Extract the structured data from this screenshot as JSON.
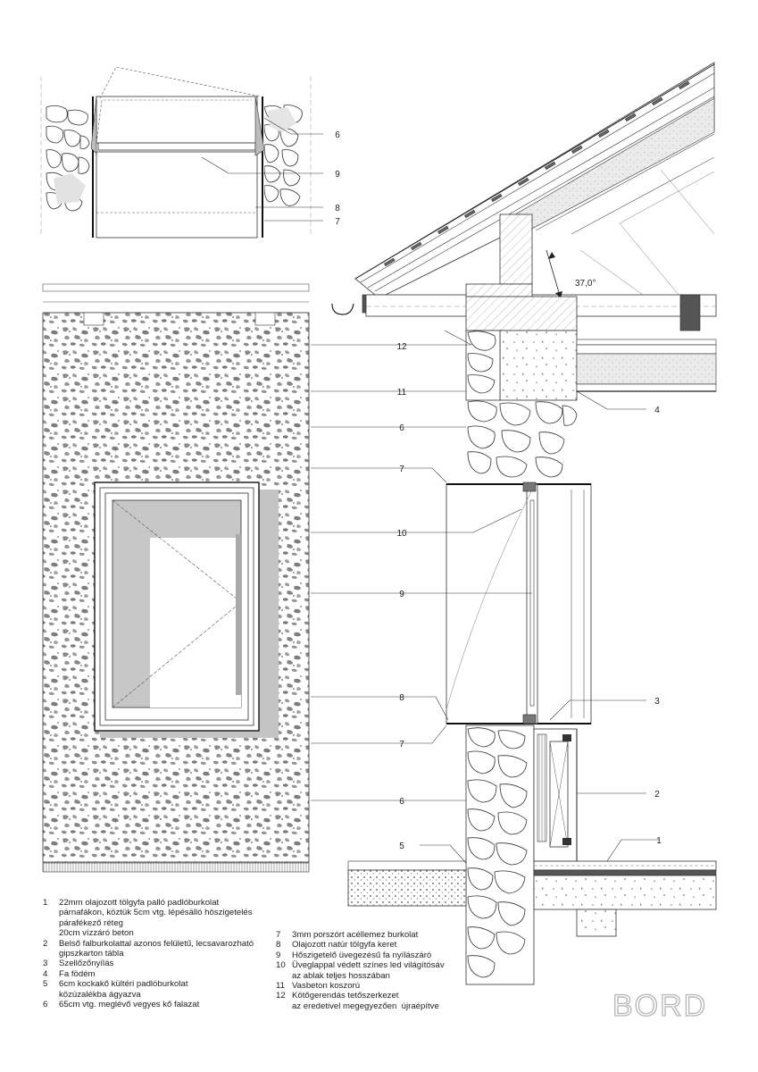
{
  "roof_angle_label": "37,0°",
  "callouts": {
    "top_plan": [
      "6",
      "9",
      "8",
      "7"
    ],
    "elevation_section": [
      "12",
      "11",
      "6",
      "7",
      "10",
      "9",
      "8",
      "7",
      "6",
      "5",
      "4",
      "3",
      "2",
      "1"
    ]
  },
  "legend_left": [
    {
      "num": "1",
      "text": "22mm olajozott tölgyfa palló padlóburkolat\npárnafákon, köztük 5cm vtg. lépésálló höszigetelés\npárafékező réteg\n20cm vízzáró beton"
    },
    {
      "num": "2",
      "text": "Belső falburkolattal azonos felületű, lecsavarozható\ngipszkarton tábla"
    },
    {
      "num": "3",
      "text": "Szellőzőnyílás"
    },
    {
      "num": "4",
      "text": "Fa födém"
    },
    {
      "num": "5",
      "text": "6cm kockakő kültéri padlóburkolat\nközúzalékba ágyazva"
    },
    {
      "num": "6",
      "text": "65cm vtg. meglévő vegyes kő falazat"
    }
  ],
  "legend_right": [
    {
      "num": "7",
      "text": "3mm porszórt acéllemez burkolat"
    },
    {
      "num": "8",
      "text": "Olajozott natúr tölgyfa keret"
    },
    {
      "num": "9",
      "text": "Hőszigetelő üvegezésű fa nyílászáró"
    },
    {
      "num": "10",
      "text": "Üveglappal védett színes led világítósáv\naz ablak teljes hosszában"
    },
    {
      "num": "11",
      "text": "Vasbeton koszorú"
    },
    {
      "num": "12",
      "text": "Kötőgerendás tetőszerkezet\naz eredetivel megegyezően  újraépítve"
    }
  ],
  "logo": "BORD"
}
